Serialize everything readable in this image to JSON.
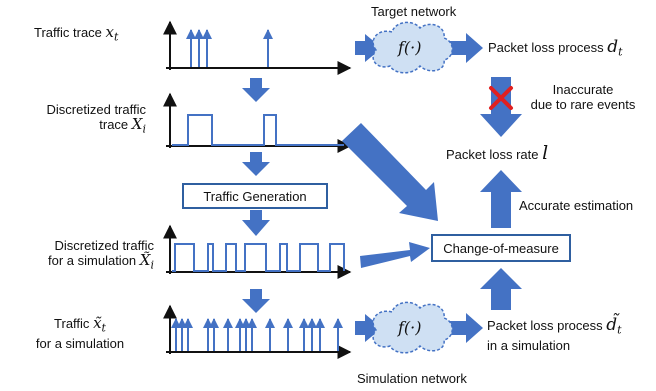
{
  "colors": {
    "arrow": "#4472c4",
    "axis": "#111111",
    "box_border": "#2f5fa0",
    "cross": "#e02020",
    "cloud_fill": "#cfe0f3"
  },
  "icons": {
    "cross": "red-x-icon",
    "cloud": "cloud-icon"
  },
  "labels": {
    "target_network": "Target network",
    "simulation_network": "Simulation network",
    "traffic_trace": "Traffic trace",
    "traffic_trace_sym": "x",
    "traffic_trace_sub": "t",
    "discretized_trace_1": "Discretized traffic",
    "discretized_trace_2": "trace",
    "discretized_trace_sym": "X",
    "discretized_trace_sub": "i",
    "discretized_sim_1": "Discretized traffic",
    "discretized_sim_2": "for a simulation",
    "discretized_sim_sym": "X̃",
    "discretized_sim_sub": "i",
    "traffic_sim_1": "Traffic",
    "traffic_sim_sym": "x̃",
    "traffic_sim_sub": "t",
    "traffic_sim_2": "for a simulation",
    "func": "f(·)",
    "packet_loss_process": "Packet loss process",
    "packet_loss_sym": "d",
    "packet_loss_sub": "t",
    "packet_loss_sim_1": "Packet loss process",
    "packet_loss_sim_sym": "d̃",
    "packet_loss_sim_sub": "t",
    "packet_loss_sim_2": "in a simulation",
    "inaccurate_1": "Inaccurate",
    "inaccurate_2": "due to rare events",
    "packet_loss_rate": "Packet loss rate",
    "packet_loss_rate_sym": "l",
    "accurate_estimation": "Accurate estimation",
    "traffic_generation": "Traffic Generation",
    "change_of_measure": "Change-of-measure"
  }
}
